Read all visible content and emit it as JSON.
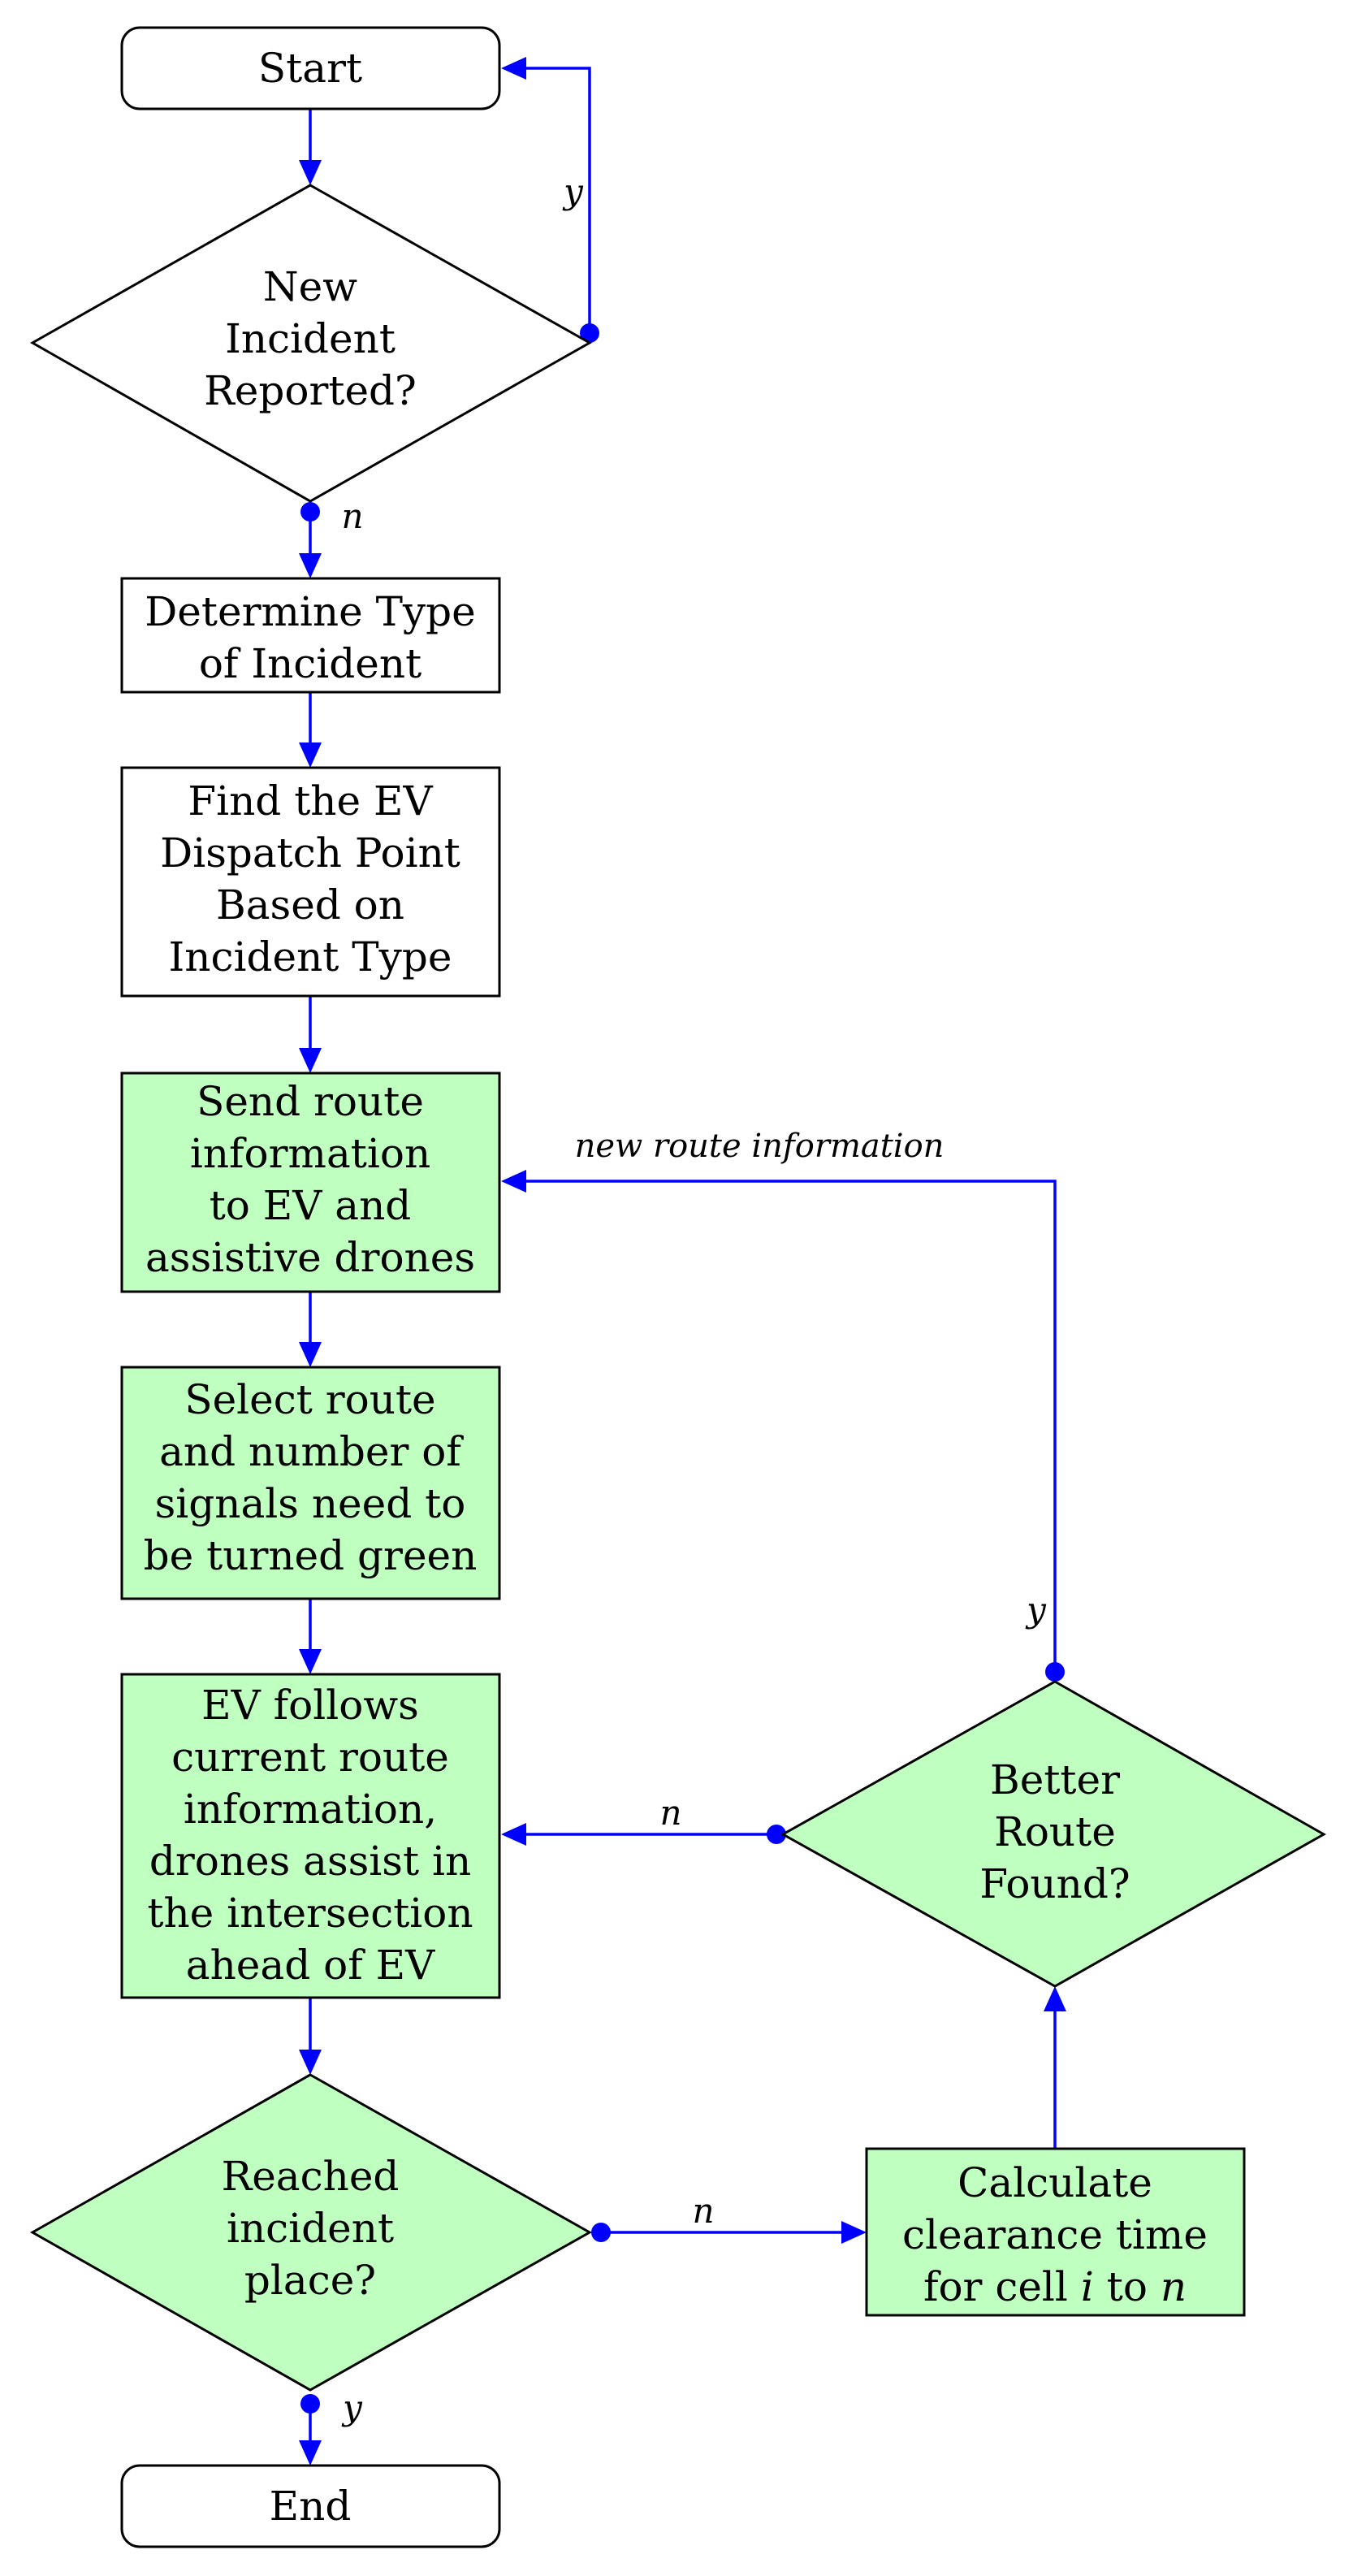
{
  "colors": {
    "edge": "#0000ff",
    "process_fill": "#ffffff",
    "highlight_fill": "#bfffbf",
    "stroke": "#000000"
  },
  "nodes": {
    "start": {
      "shape": "terminal",
      "lines": [
        "Start"
      ]
    },
    "new_incident": {
      "shape": "decision",
      "lines": [
        "New",
        "Incident",
        "Reported?"
      ]
    },
    "determine_type": {
      "shape": "process",
      "lines": [
        "Determine Type",
        "of Incident"
      ]
    },
    "find_dispatch": {
      "shape": "process",
      "lines": [
        "Find the EV",
        "Dispatch Point",
        "Based on",
        "Incident Type"
      ]
    },
    "send_route": {
      "shape": "process",
      "highlight": true,
      "lines": [
        "Send route",
        "information",
        "to EV and",
        "assistive drones"
      ]
    },
    "select_route": {
      "shape": "process",
      "highlight": true,
      "lines": [
        "Select route",
        "and number of",
        "signals need to",
        "be turned green"
      ]
    },
    "ev_follows": {
      "shape": "process",
      "highlight": true,
      "lines": [
        "EV follows",
        "current route",
        "information,",
        "drones assist in",
        "the intersection",
        "ahead of EV"
      ]
    },
    "reached": {
      "shape": "decision",
      "highlight": true,
      "lines": [
        "Reached",
        "incident",
        "place?"
      ]
    },
    "end": {
      "shape": "terminal",
      "lines": [
        "End"
      ]
    },
    "calculate": {
      "shape": "process",
      "highlight": true,
      "lines": [
        "Calculate",
        "clearance time",
        "for cell",
        "i",
        "to",
        "n"
      ]
    },
    "better_route": {
      "shape": "decision",
      "highlight": true,
      "lines": [
        "Better",
        "Route",
        "Found?"
      ]
    }
  },
  "edge_labels": {
    "new_incident_yes": "y",
    "new_incident_no": "n",
    "reached_no": "n",
    "reached_yes": "y",
    "better_route_yes": "y",
    "better_route_no": "n",
    "new_route_information": "new route information"
  }
}
